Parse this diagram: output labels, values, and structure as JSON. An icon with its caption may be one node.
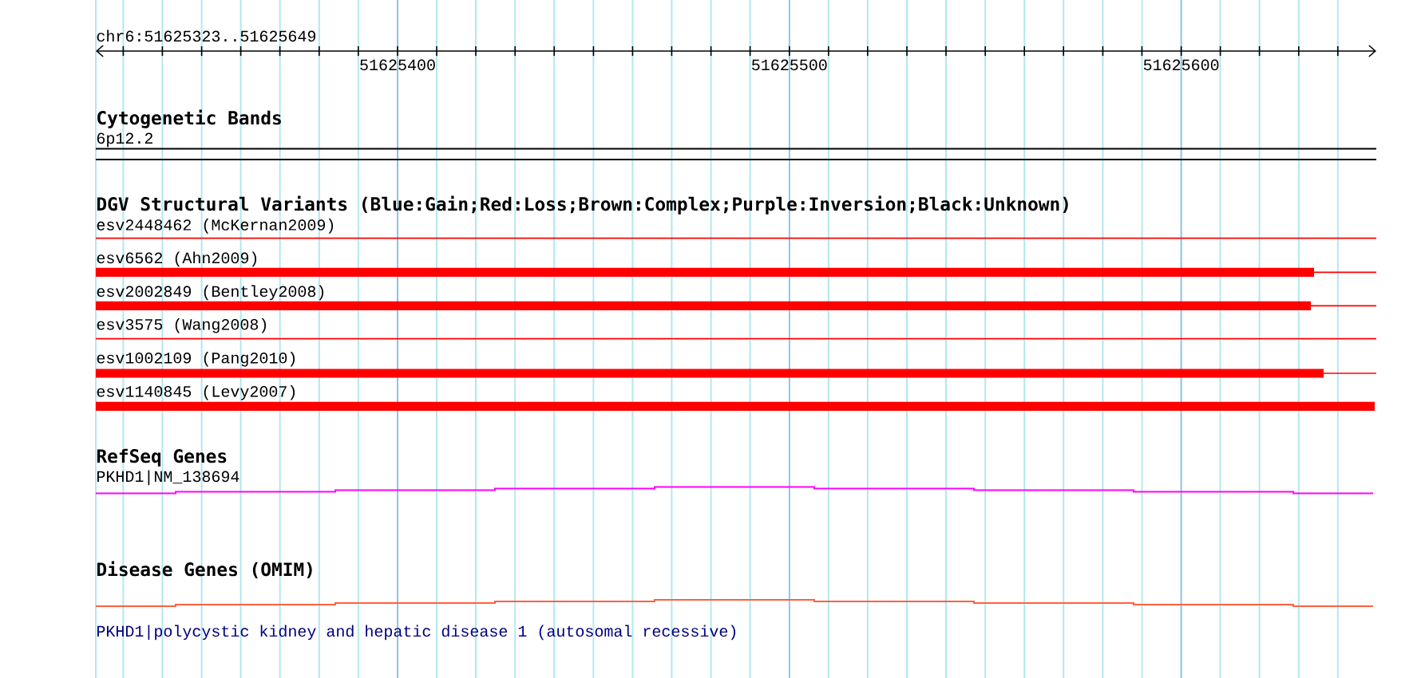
{
  "diagram": {
    "labels": [
      "chr6:51625323..51625649",
      "51625400",
      "51625500",
      "51625600",
      "Cytogenetic Bands",
      "6p12.2",
      "DGV Structural Variants (Blue:Gain;Red:Loss;Brown:Complex;Purple:Inversion;Black:Unknown)",
      "esv2448462 (McKernan2009)",
      "esv6562 (Ahn2009)",
      "esv2002849 (Bentley2008)",
      "esv3575 (Wang2008)",
      "esv1002109 (Pang2010)",
      "esv1140845 (Levy2007)",
      "RefSeq Genes",
      "PKHD1|NM_138694",
      "Disease Genes (OMIM)",
      "PKHD1|polycystic kidney and hepatic disease 1 (autosomal recessive)"
    ]
  }
}
